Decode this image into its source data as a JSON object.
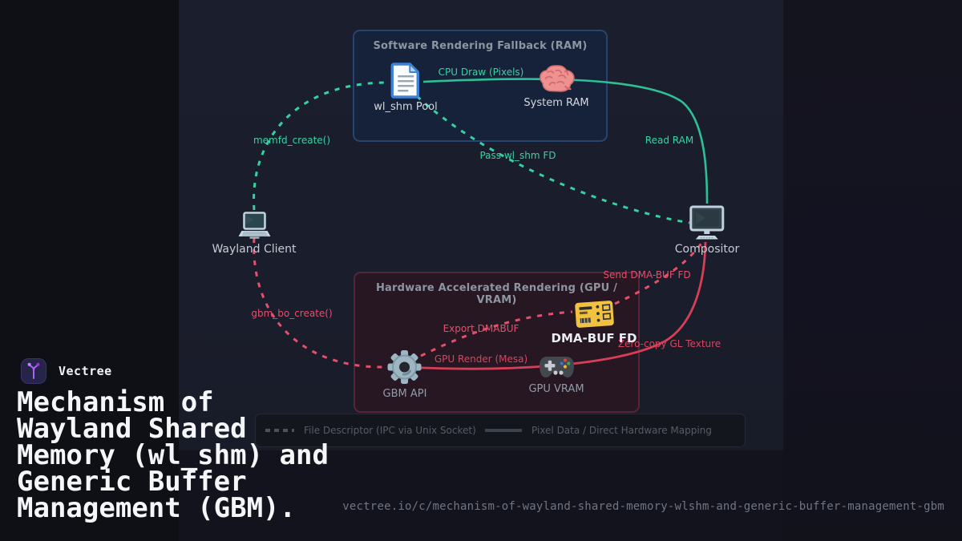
{
  "brand": {
    "name": "Vectree",
    "logo_icon": "branch-icon"
  },
  "title": "Mechanism of\nWayland Shared\nMemory (wl_shm) and\nGeneric Buffer\nManagement (GBM).",
  "footer_url": "vectree.io/c/mechanism-of-wayland-shared-memory-wlshm-and-generic-buffer-management-gbm",
  "colors": {
    "fd_path_teal": "#35d1a0",
    "pixel_path_teal": "#2fbf96",
    "fd_path_red": "#e4506b",
    "pixel_path_red": "#d63f58",
    "software_box_border": "#25456e",
    "hardware_box_border": "#552637",
    "ticket_yellow": "#f1c240",
    "logo_purple": "#a865f5",
    "panel_bg": "#1a1d2b"
  },
  "diagram": {
    "groups": [
      {
        "id": "software",
        "title": "Software Rendering Fallback (RAM)"
      },
      {
        "id": "hardware",
        "title": "Hardware Accelerated Rendering (GPU / VRAM)"
      }
    ],
    "nodes": [
      {
        "id": "wl_shm_pool",
        "label": "wl_shm Pool",
        "icon": "document-icon"
      },
      {
        "id": "system_ram",
        "label": "System RAM",
        "icon": "brain-icon"
      },
      {
        "id": "wayland_client",
        "label": "Wayland Client",
        "icon": "laptop-icon"
      },
      {
        "id": "compositor",
        "label": "Compositor",
        "icon": "monitor-icon"
      },
      {
        "id": "gbm_api",
        "label": "GBM API",
        "icon": "gear-icon"
      },
      {
        "id": "gpu_vram",
        "label": "GPU VRAM",
        "icon": "gamepad-icon"
      },
      {
        "id": "dma_buf_fd",
        "label": "DMA-BUF FD",
        "icon": "ticket-icon"
      }
    ],
    "edge_labels": [
      {
        "id": "memfd",
        "text": "memfd_create()",
        "type": "fd-teal"
      },
      {
        "id": "cpu_draw",
        "text": "CPU Draw (Pixels)",
        "type": "px-teal"
      },
      {
        "id": "pass_fd",
        "text": "Pass wl_shm FD",
        "type": "fd-teal"
      },
      {
        "id": "read_ram",
        "text": "Read RAM",
        "type": "px-teal"
      },
      {
        "id": "gbm_bo",
        "text": "gbm_bo_create()",
        "type": "fd-red"
      },
      {
        "id": "export",
        "text": "Export DMABUF",
        "type": "fd-red"
      },
      {
        "id": "gpu_render",
        "text": "GPU Render (Mesa)",
        "type": "px-red"
      },
      {
        "id": "send_fd",
        "text": "Send DMA-BUF FD",
        "type": "fd-red"
      },
      {
        "id": "zero_copy",
        "text": "Zero-copy GL Texture",
        "type": "px-red"
      }
    ],
    "legend": [
      {
        "sample": "dashed",
        "text": "File Descriptor (IPC via Unix Socket)"
      },
      {
        "sample": "solid",
        "text": "Pixel Data / Direct Hardware Mapping"
      }
    ]
  }
}
